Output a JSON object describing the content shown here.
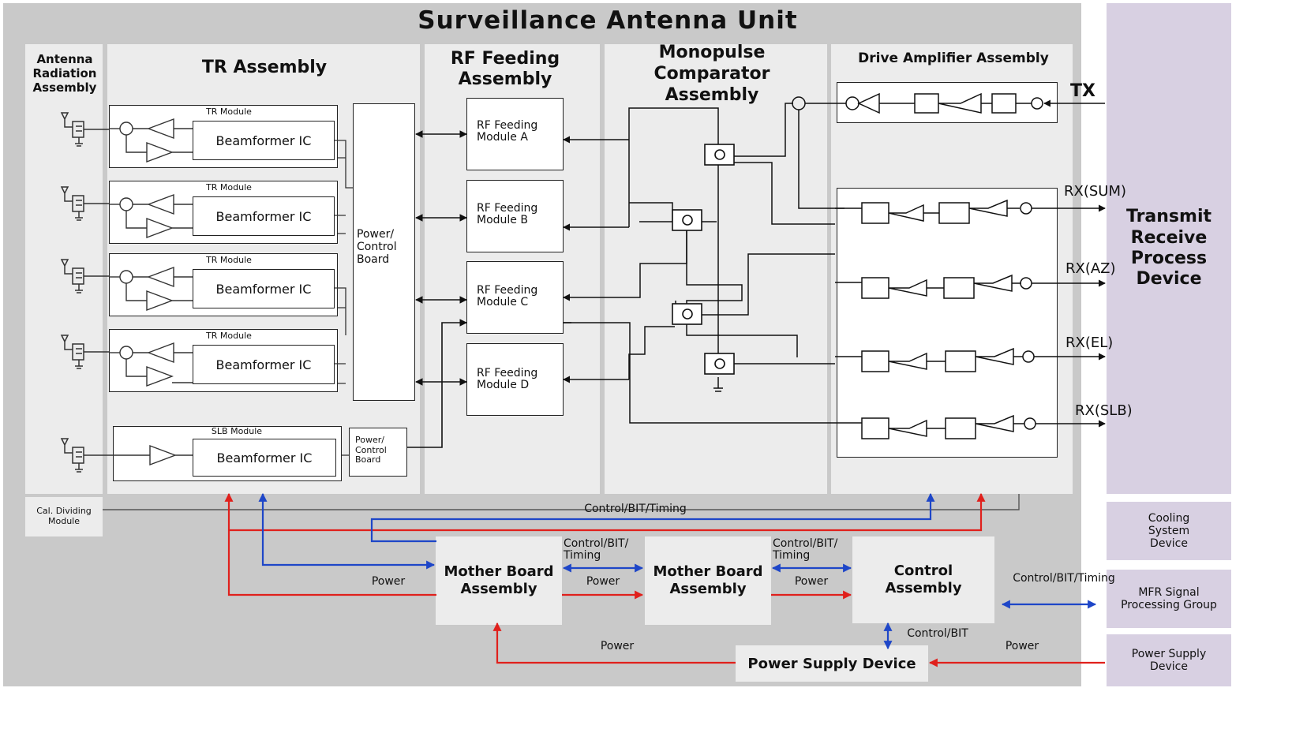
{
  "title": "Surveillance Antenna Unit",
  "sections": {
    "antenna_radiation": "Antenna Radiation Assembly",
    "tr_assembly": "TR Assembly",
    "rf_feeding": "RF Feeding Assembly",
    "monopulse": "Monopulse Comparator Assembly",
    "drive_amp": "Drive Amplifier Assembly"
  },
  "tr_modules": [
    {
      "label": "TR Module",
      "ic": "Beamformer IC"
    },
    {
      "label": "TR Module",
      "ic": "Beamformer IC"
    },
    {
      "label": "TR Module",
      "ic": "Beamformer IC"
    },
    {
      "label": "TR Module",
      "ic": "Beamformer IC"
    }
  ],
  "slb_module": {
    "label": "SLB Module",
    "ic": "Beamformer IC"
  },
  "power_control_board": "Power/ Control Board",
  "power_control_board_small": "Power/ Control Board",
  "rf_modules": [
    "RF Feeding Module A",
    "RF Feeding Module B",
    "RF Feeding Module C",
    "RF Feeding Module D"
  ],
  "signals": {
    "tx": "TX",
    "rx_sum": "RX(SUM)",
    "rx_az": "RX(AZ)",
    "rx_el": "RX(EL)",
    "rx_slb": "RX(SLB)"
  },
  "right_devices": {
    "trpd": "Transmit Receive Process Device",
    "cooling": "Cooling System Device",
    "mfr": "MFR Signal Processing Group",
    "psd_ext": "Power Supply Device"
  },
  "cal_dividing": "Cal. Dividing Module",
  "bottom": {
    "mother_board_1": "Mother Board Assembly",
    "mother_board_2": "Mother Board Assembly",
    "control_assembly": "Control Assembly",
    "power_supply": "Power Supply Device",
    "ctrl_bit_timing_top": "Control/BIT/Timing",
    "ctrl_bit_timing_1": "Control/BIT/ Timing",
    "ctrl_bit_timing_2": "Control/BIT/ Timing",
    "ctrl_bit_timing_right": "Control/BIT/Timing",
    "control_bit": "Control/BIT",
    "power_1": "Power",
    "power_2": "Power",
    "power_3": "Power",
    "power_4": "Power",
    "power_5": "Power"
  },
  "colors": {
    "power_line": "#e0201c",
    "control_line": "#1e46c8",
    "gray": "#c9c9c9",
    "purple": "#d8d0e2"
  }
}
